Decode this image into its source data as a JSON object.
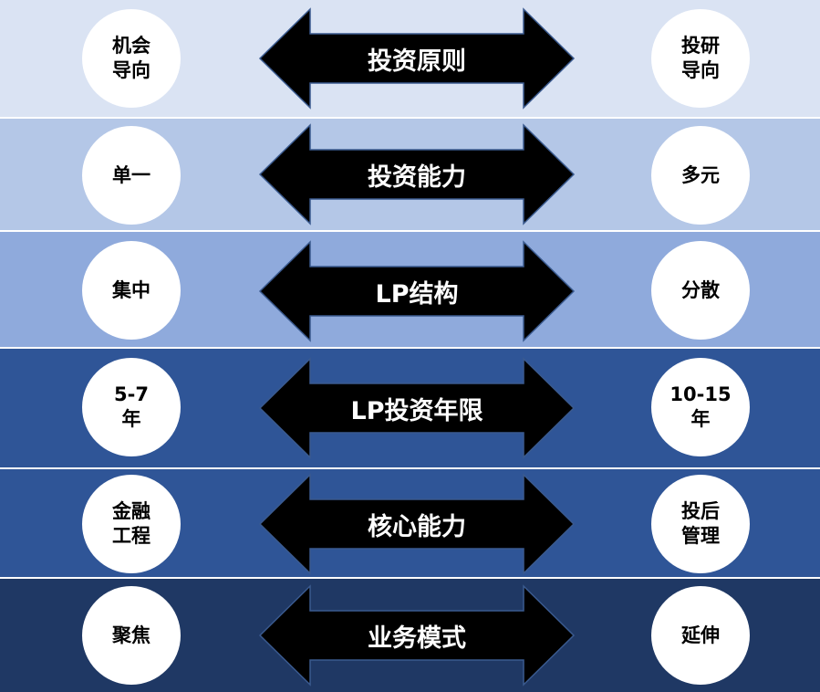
{
  "rows": [
    {
      "label": "投资原则",
      "left": [
        "机会",
        "导向"
      ],
      "right": [
        "投研",
        "导向"
      ],
      "band_color": "#dae3f3"
    },
    {
      "label": "投资能力",
      "left": [
        "单一"
      ],
      "right": [
        "多元"
      ],
      "band_color": "#b4c7e7"
    },
    {
      "label": "LP结构",
      "left": [
        "集中"
      ],
      "right": [
        "分散"
      ],
      "band_color": "#8faadc"
    },
    {
      "label": "LP投资年限",
      "left": [
        "5-7",
        "年"
      ],
      "right": [
        "10-15",
        "年"
      ],
      "band_color": "#2f5597"
    },
    {
      "label": "核心能力",
      "left": [
        "金融",
        "工程"
      ],
      "right": [
        "投后",
        "管理"
      ],
      "band_color": "#2f5597"
    },
    {
      "label": "业务模式",
      "left": [
        "聚焦"
      ],
      "right": [
        "延伸"
      ],
      "band_color": "#1f3864"
    }
  ],
  "colors": {
    "arrow_fill": "#000000",
    "arrow_stroke": "#3a5a8f",
    "arrow_text": "#ffffff",
    "circle_fill": "#ffffff",
    "separator": "#ffffff"
  }
}
